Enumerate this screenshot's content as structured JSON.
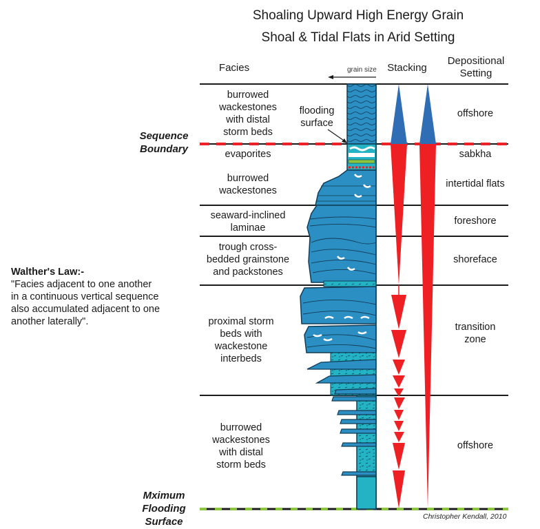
{
  "title": {
    "line1": "Shoaling Upward High Energy Grain",
    "line2": "Shoal & Tidal Flats in Arid Setting"
  },
  "headers": {
    "facies": "Facies",
    "grain_size": "grain size",
    "stacking": "Stacking",
    "depositional_setting_1": "Depositional",
    "depositional_setting_2": "Setting"
  },
  "facies": [
    {
      "lines": [
        "burrowed",
        "wackestones",
        "with distal",
        "storm beds"
      ]
    },
    {
      "lines": [
        "evaporites"
      ]
    },
    {
      "lines": [
        "burrowed",
        "wackestones"
      ]
    },
    {
      "lines": [
        "seaward-inclined",
        "laminae"
      ]
    },
    {
      "lines": [
        "trough cross-",
        "bedded grainstone",
        "and packstones"
      ]
    },
    {
      "lines": [
        "proximal storm",
        "beds with",
        "wackestone",
        "interbeds"
      ]
    },
    {
      "lines": [
        "burrowed",
        "wackestones",
        "with distal",
        "storm beds"
      ]
    }
  ],
  "settings": [
    {
      "lines": [
        "offshore"
      ]
    },
    {
      "lines": [
        "sabkha"
      ]
    },
    {
      "lines": [
        "intertidal flats"
      ]
    },
    {
      "lines": [
        "foreshore"
      ]
    },
    {
      "lines": [
        "shoreface"
      ]
    },
    {
      "lines": [
        "transition",
        "zone"
      ]
    },
    {
      "lines": [
        "offshore"
      ]
    }
  ],
  "annotations": {
    "flooding_surface_1": "flooding",
    "flooding_surface_2": "surface",
    "sequence_boundary_1": "Sequence",
    "sequence_boundary_2": "Boundary",
    "max_flooding_1": "Mximum",
    "max_flooding_2": "Flooding",
    "max_flooding_3": "Surface",
    "credit": "Christopher Kendall, 2010"
  },
  "walthers_law": {
    "heading": "Walther's Law:-",
    "lines": [
      "\"Facies adjacent to one another",
      "in a continuous vertical sequence",
      "also accumulated adjacent to one",
      "another laterally\"."
    ]
  },
  "colors": {
    "rock_blue": "#2b8fc4",
    "rock_teal": "#24b3c4",
    "red": "#ee2024",
    "blue_arrow": "#2f6db5",
    "green": "#8cc63f",
    "line": "#1a1a1a"
  }
}
